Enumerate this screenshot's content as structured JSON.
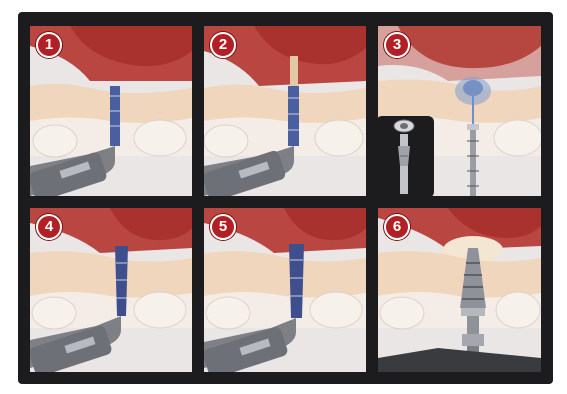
{
  "panels": [
    {
      "number": "1",
      "tool": "drill-handpiece"
    },
    {
      "number": "2",
      "tool": "drill-handpiece"
    },
    {
      "number": "3",
      "tool": "osteotome-with-inset"
    },
    {
      "number": "4",
      "tool": "drill-handpiece"
    },
    {
      "number": "5",
      "tool": "drill-handpiece"
    },
    {
      "number": "6",
      "tool": "implant-placement"
    }
  ],
  "colors": {
    "frame": "#1c1c1e",
    "badge": "#b21f24",
    "gum": "#c8524f",
    "bone": "#f1d8c0",
    "teeth": "#f3ece6",
    "metal": "#8f9299",
    "drill_blue": "#4a5fa0"
  }
}
